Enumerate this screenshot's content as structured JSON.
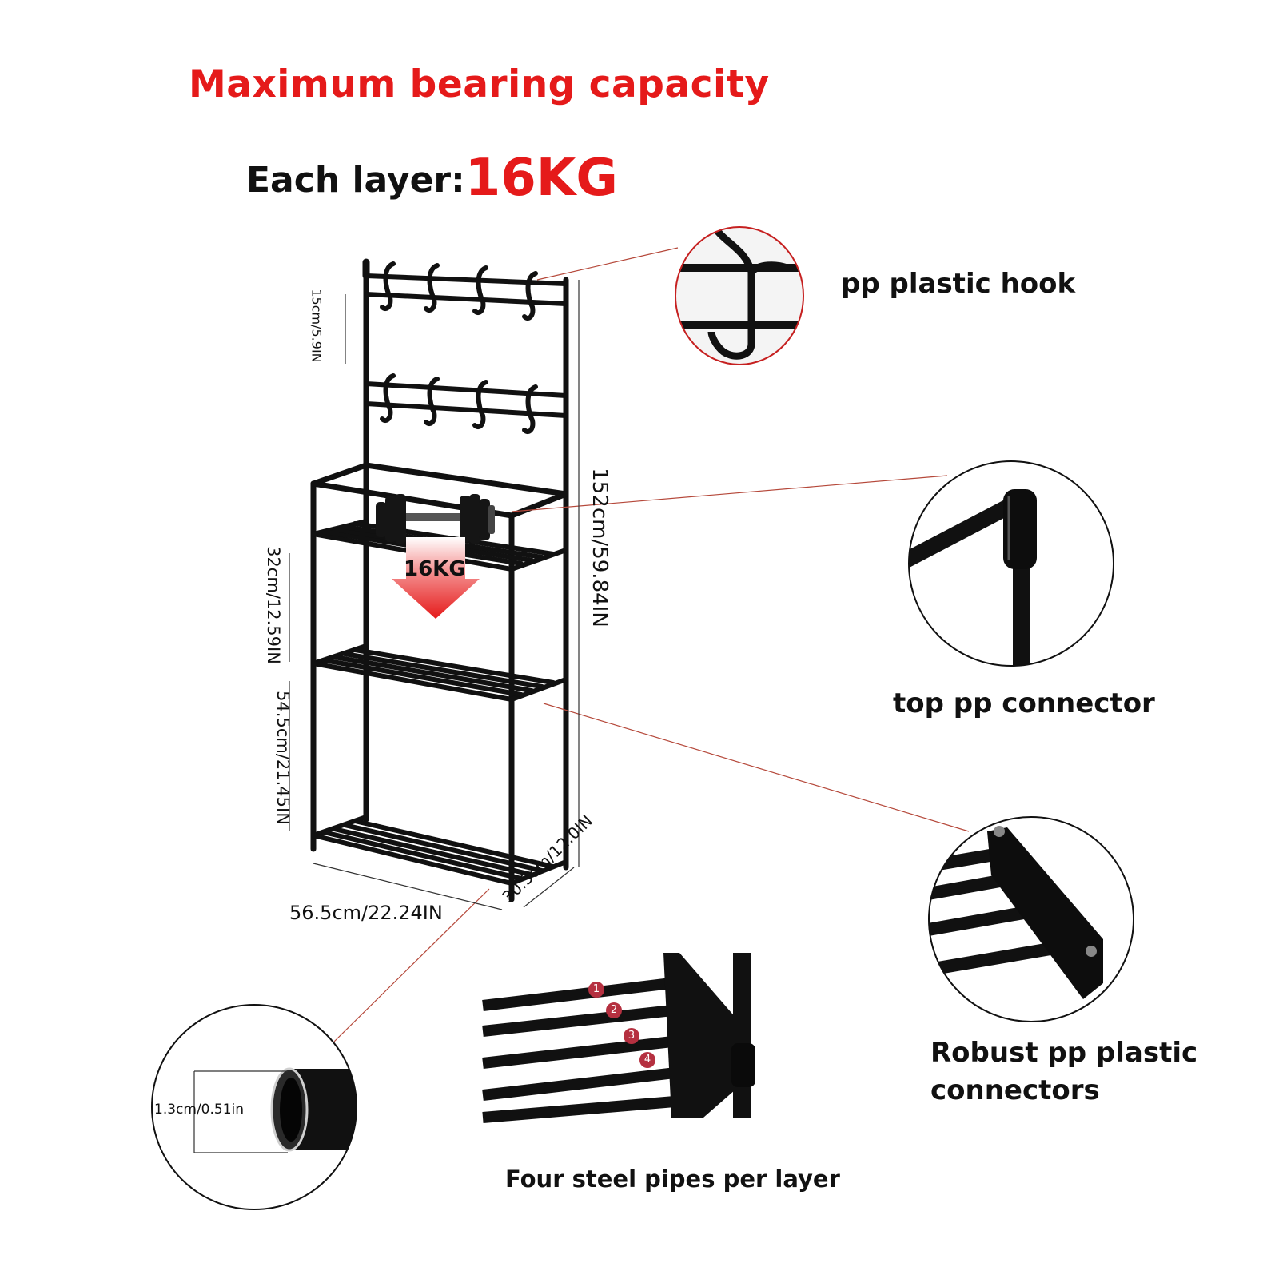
{
  "header": {
    "title": "Maximum bearing capacity",
    "each_prefix": "Each layer:",
    "each_value": "16KG"
  },
  "load": {
    "arrow_label": "16KG"
  },
  "dimensions": {
    "hook_spacing": "15cm/5.9IN",
    "total_height": "152cm/59.84IN",
    "upper_shelf_gap": "32cm/12.59IN",
    "lower_shelf_gap": "54.5cm/21.45IN",
    "width": "56.5cm/22.24IN",
    "depth": "30.5cm/12.0IN",
    "pipe_diameter": "1.3cm/0.51in"
  },
  "callouts": {
    "hook": "pp plastic hook",
    "top_connector": "top pp connector",
    "plastic_connectors_line1": "Robust pp plastic",
    "plastic_connectors_line2": "connectors",
    "steel_pipes": "Four steel pipes per layer"
  },
  "pipe_numbers": [
    "1",
    "2",
    "3",
    "4"
  ],
  "colors": {
    "accent_red": "#e51a1a",
    "frame": "#111111",
    "leader": "#b5483a"
  }
}
